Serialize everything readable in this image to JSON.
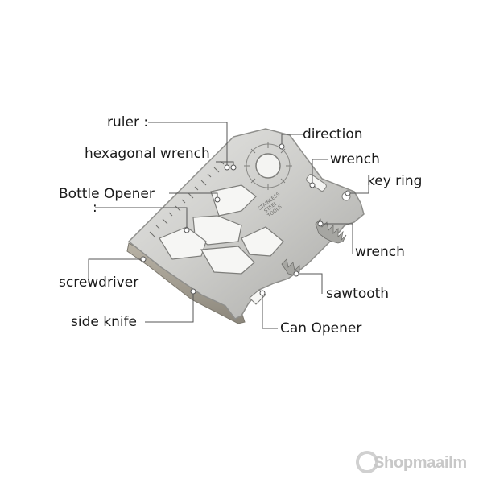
{
  "labels": {
    "ruler": "ruler :",
    "direction": "direction",
    "hexagonal_wrench": "hexagonal wrench",
    "wrench_top": "wrench",
    "key_ring": "key ring",
    "bottle_opener": "Bottle Opener",
    "bottle_opener_colon": ":",
    "wrench_right": "wrench",
    "screwdriver": "screwdriver",
    "sawtooth": "sawtooth",
    "side_knife": "side knife",
    "can_opener": "Can Opener"
  },
  "card_engraving": [
    "STAINLESS",
    "STEEL",
    "TOOLS"
  ],
  "watermark": "Shopmaailm",
  "colors": {
    "steel_light": "#d9d9d7",
    "steel_mid": "#bdbdba",
    "steel_dark": "#8f8f8c",
    "leader_line": "#555555",
    "watermark": "#c8c8c8"
  }
}
